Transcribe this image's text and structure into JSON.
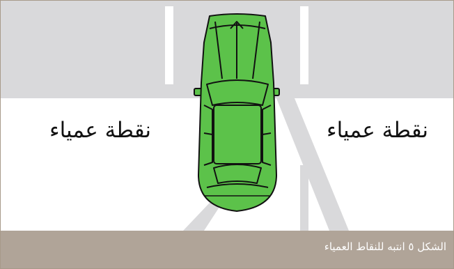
{
  "diagram": {
    "blind_spot_left": "نقطة عمياء",
    "blind_spot_right": "نقطة عمياء"
  },
  "caption": "الشكل ٥ انتبه للنقاط العمياء",
  "colors": {
    "road": "#d9d9db",
    "lane_marking": "#ffffff",
    "blind_zone": "#c9c9cb",
    "car_body": "#5cc24a",
    "car_outline": "#111111",
    "caption_bar": "#b0a498"
  }
}
